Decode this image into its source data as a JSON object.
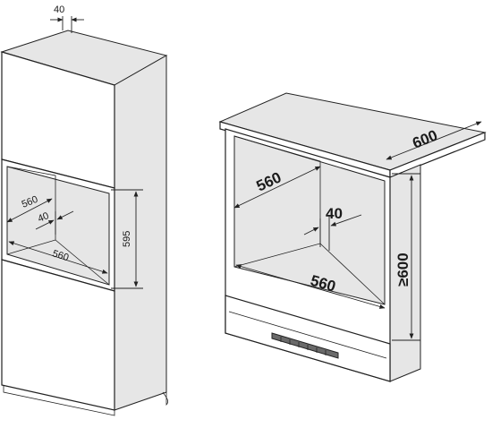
{
  "tall_cabinet": {
    "dim_top": "40",
    "dim_depth": "560",
    "dim_gap": "40",
    "dim_width": "560",
    "dim_height": "595"
  },
  "base_cabinet": {
    "dim_top_depth": "600",
    "dim_depth": "560",
    "dim_gap": "40",
    "dim_width": "560",
    "dim_height": "≥600"
  }
}
